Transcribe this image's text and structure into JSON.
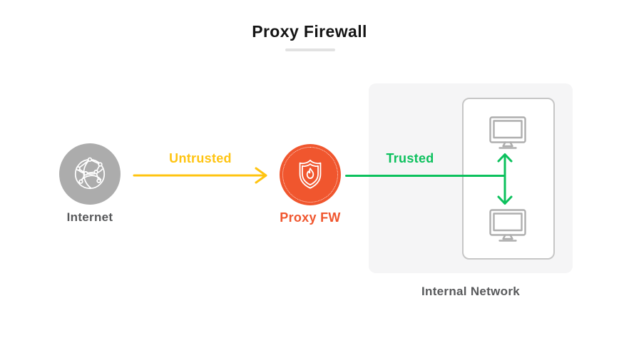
{
  "title": "Proxy Firewall",
  "colors": {
    "orange": "#F0562E",
    "yellow": "#FFC411",
    "green": "#0CC15D",
    "gray_node": "#ACACAC",
    "label_dark": "#58595B",
    "panel_bg": "#F5F5F6",
    "inner_border": "#C6C6C6",
    "monitor_gray": "#AEAEAE",
    "underline": "#E2E2E2"
  },
  "nodes": {
    "internet": {
      "label": "Internet",
      "icon": "globe-network-icon"
    },
    "proxy": {
      "label": "Proxy FW",
      "icon": "shield-flame-icon"
    }
  },
  "connections": {
    "untrusted": {
      "label": "Untrusted",
      "direction": "right"
    },
    "trusted": {
      "label": "Trusted",
      "direction": "right"
    }
  },
  "internal_network": {
    "label": "Internal Network",
    "devices": [
      "monitor-icon",
      "monitor-icon"
    ]
  }
}
